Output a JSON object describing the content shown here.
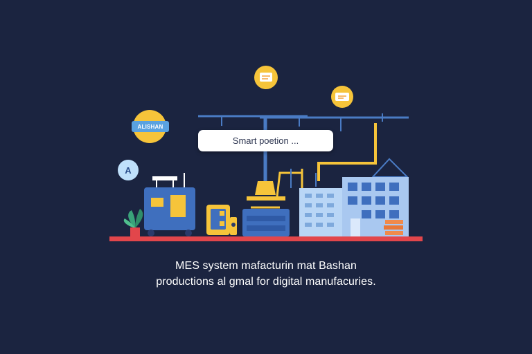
{
  "search": {
    "text": "Smart poetion ..."
  },
  "badge": {
    "label": "ALISHAN"
  },
  "bubble": {
    "letter": "A"
  },
  "caption": {
    "line1": "MES system mafacturin mat Bashan",
    "line2": "productions al gmal for digital manufacuries."
  },
  "colors": {
    "background": "#1b2440",
    "accent_yellow": "#f6c43a",
    "steel_blue": "#4a7bc4",
    "floor_red": "#e2464b",
    "light_blue": "#a9c8f0"
  },
  "icons": [
    "message-icon",
    "ticket-icon",
    "badge-icon",
    "letter-a-icon",
    "plant-icon",
    "crane-icon",
    "factory-building-icon",
    "generator-icon",
    "bricks-icon"
  ]
}
